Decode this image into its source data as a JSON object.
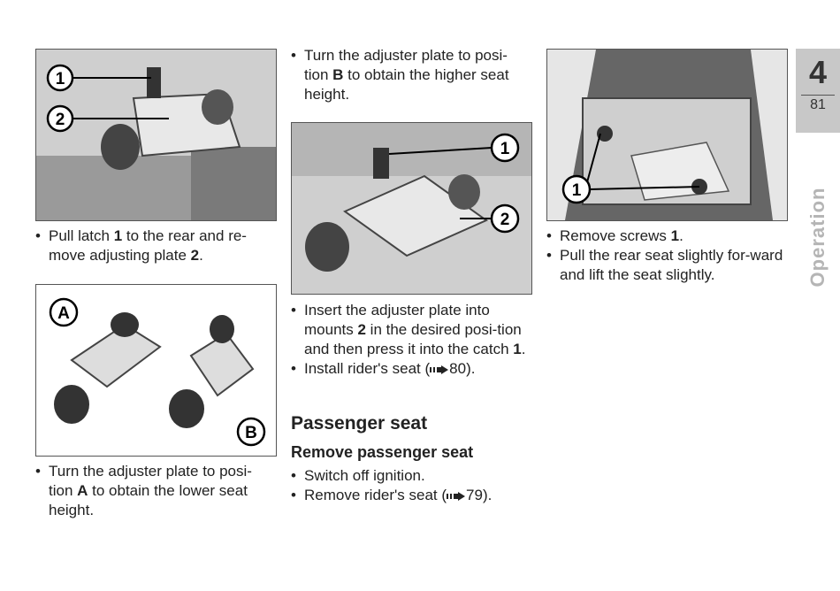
{
  "chapter": {
    "number": "4",
    "page": "81",
    "section": "Operation"
  },
  "figures": {
    "fig1": {
      "callouts": [
        "1",
        "2"
      ]
    },
    "fig2": {
      "callouts": [
        "A",
        "B"
      ]
    },
    "fig3": {
      "callouts": [
        "1",
        "2"
      ]
    },
    "fig4": {
      "callouts": [
        "1"
      ]
    }
  },
  "col1": {
    "step1": {
      "a": "Pull latch ",
      "n1": "1",
      "b": " to the rear and re-move adjusting plate ",
      "n2": "2",
      "c": "."
    },
    "step2": {
      "a": "Turn the adjuster plate to posi-tion ",
      "n1": "A",
      "b": " to obtain the lower seat height."
    }
  },
  "col2": {
    "step1": {
      "a": "Turn the adjuster plate to posi-tion ",
      "n1": "B",
      "b": " to obtain the higher seat height."
    },
    "step2": {
      "a": "Insert the adjuster plate into mounts ",
      "n1": "2",
      "b": " in the desired posi-tion and then press it into the catch ",
      "n2": "1",
      "c": "."
    },
    "step3": {
      "a": "Install rider's seat (",
      "ref": "80",
      "b": ")."
    },
    "heading": "Passenger seat",
    "subheading": "Remove passenger seat",
    "step4": "Switch off ignition.",
    "step5": {
      "a": "Remove rider's seat (",
      "ref": "79",
      "b": ")."
    }
  },
  "col3": {
    "step1": {
      "a": "Remove screws ",
      "n1": "1",
      "b": "."
    },
    "step2": "Pull the rear seat slightly for-ward and lift the seat slightly."
  }
}
